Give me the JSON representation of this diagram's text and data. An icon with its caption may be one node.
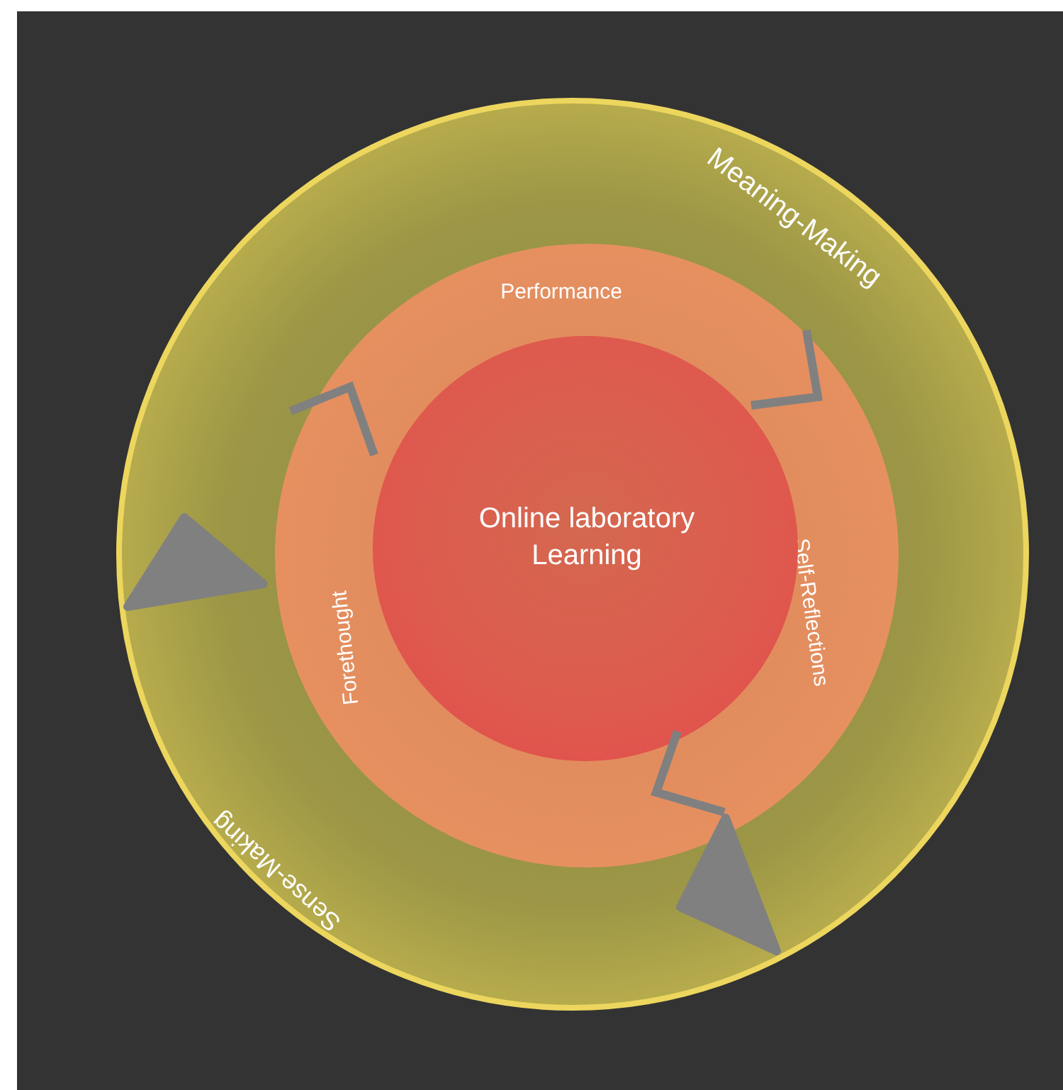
{
  "diagram": {
    "nodes": [
      {
        "text": [
          "Meaning-Making",
          "Sense-Making"
        ]
      },
      {
        "text": [
          "Performance",
          "Self-Reflections",
          "Forethought"
        ],
        "in": 0
      },
      {
        "text": [
          "Online laboratory Learning"
        ],
        "in": 1
      }
    ]
  }
}
